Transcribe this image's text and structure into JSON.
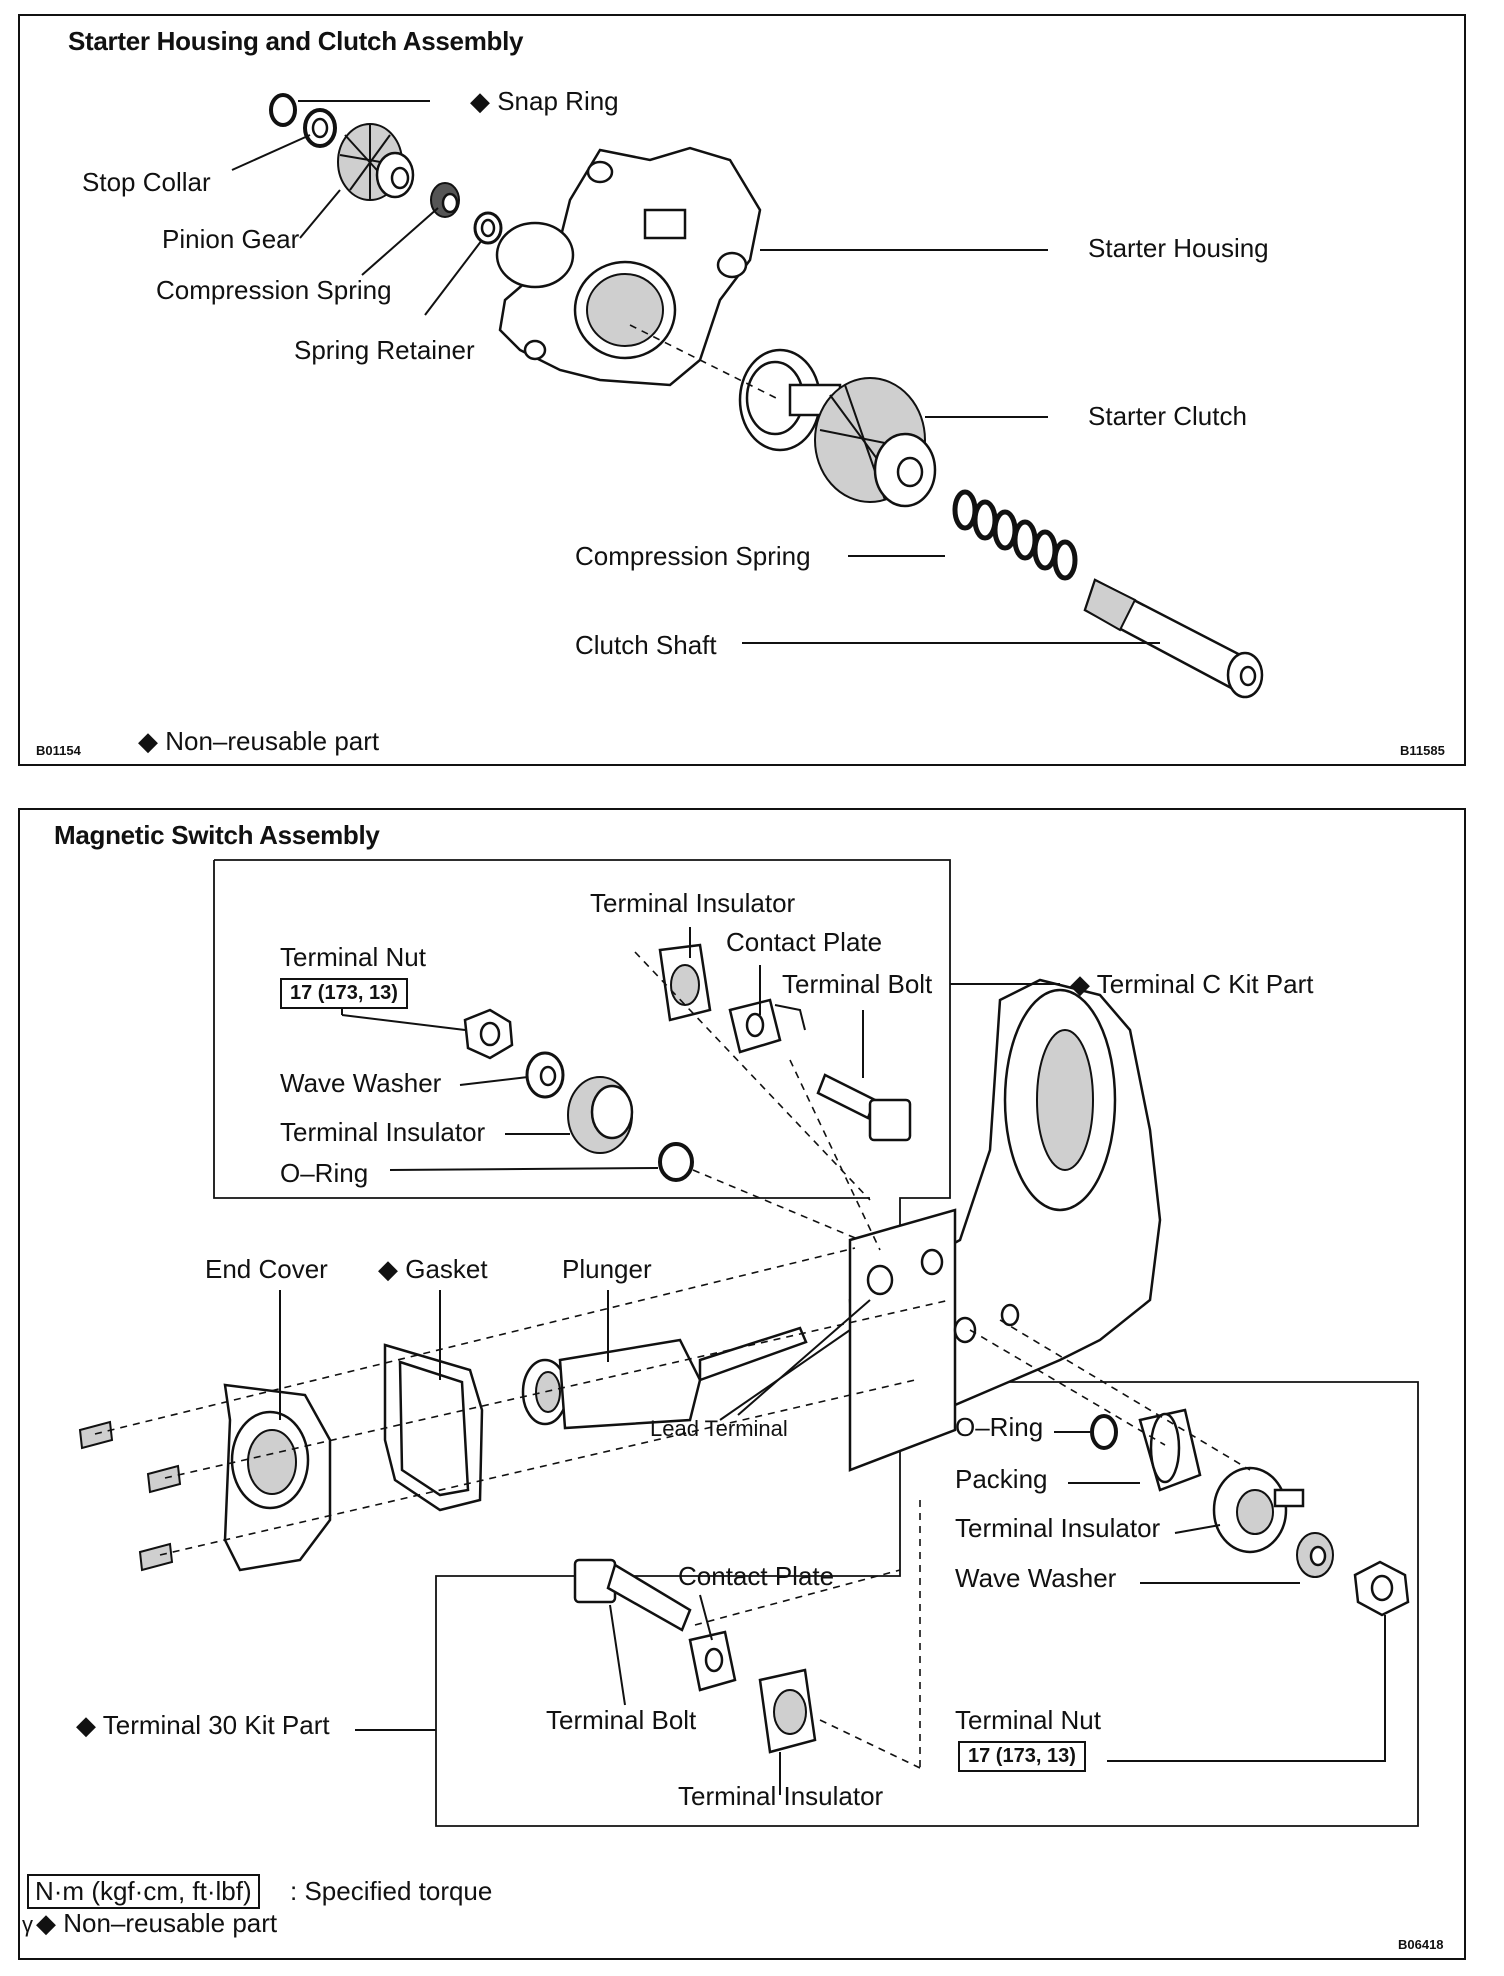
{
  "top_panel": {
    "title": "Starter Housing and Clutch Assembly",
    "labels": {
      "snap_ring": "◆ Snap Ring",
      "stop_collar": "Stop Collar",
      "pinion_gear": "Pinion Gear",
      "compression_spring_upper": "Compression Spring",
      "spring_retainer": "Spring Retainer",
      "starter_housing": "Starter Housing",
      "starter_clutch": "Starter Clutch",
      "compression_spring_lower": "Compression Spring",
      "clutch_shaft": "Clutch Shaft"
    },
    "footnote": "◆ Non–reusable part",
    "code_left": "B01154",
    "code_right": "B11585"
  },
  "bottom_panel": {
    "title": "Magnetic Switch Assembly",
    "labels": {
      "terminal_insulator_top": "Terminal Insulator",
      "contact_plate_top": "Contact Plate",
      "terminal_bolt_top": "Terminal Bolt",
      "terminal_c_kit": "◆ Terminal C Kit Part",
      "terminal_nut_top": "Terminal Nut",
      "wave_washer_top": "Wave Washer",
      "terminal_insulator_mid": "Terminal Insulator",
      "o_ring_top": "O–Ring",
      "end_cover": "End Cover",
      "gasket": "◆ Gasket",
      "plunger": "Plunger",
      "lead_terminal": "Lead Terminal",
      "o_ring_right": "O–Ring",
      "packing": "Packing",
      "terminal_insulator_right": "Terminal Insulator",
      "wave_washer_right": "Wave Washer",
      "contact_plate_bottom": "Contact Plate",
      "terminal_bolt_bottom": "Terminal Bolt",
      "terminal_30_kit": "◆ Terminal 30 Kit Part",
      "terminal_nut_bottom": "Terminal Nut",
      "terminal_insulator_bottom": "Terminal Insulator"
    },
    "torque_top": "17 (173, 13)",
    "torque_bottom": "17 (173, 13)",
    "legend_units": "N·m (kgf·cm, ft·lbf)",
    "legend_torque_text": ": Specified torque",
    "legend_nonreusable": "◆ Non–reusable part",
    "legend_mark": "γ",
    "code_right": "B06418"
  }
}
